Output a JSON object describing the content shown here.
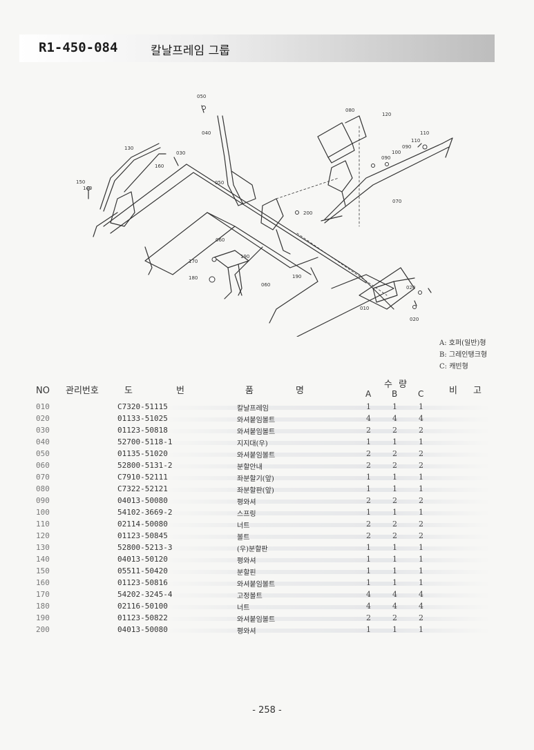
{
  "header": {
    "code": "R1-450-084",
    "name": "칼날프레임 그룹"
  },
  "diagram": {
    "labels": [
      "050",
      "080",
      "120",
      "040",
      "110",
      "110",
      "090",
      "130",
      "030",
      "100",
      "160",
      "090",
      "150",
      "140",
      "050",
      "070",
      "200",
      "060",
      "190",
      "170",
      "180",
      "190",
      "060",
      "020",
      "010",
      "020"
    ]
  },
  "legend": [
    "A: 호퍼(일반)형",
    "B: 그레인탱크형",
    "C: 캐빈형"
  ],
  "table": {
    "headers": {
      "no": "NO",
      "mgmt": "관리번호",
      "do": "도",
      "beon": "번",
      "pum": "품",
      "myeong": "명",
      "su": "수",
      "ryang": "량",
      "a": "A",
      "b": "B",
      "c": "C",
      "bi": "비",
      "go": "고"
    },
    "rows": [
      {
        "no": "010",
        "part": "C7320-51115",
        "name": "칼날프레임",
        "a": "1",
        "b": "1",
        "c": "1"
      },
      {
        "no": "020",
        "part": "01133-51025",
        "name": "와셔붙임볼트",
        "a": "4",
        "b": "4",
        "c": "4"
      },
      {
        "no": "030",
        "part": "01123-50818",
        "name": "와셔붙임볼트",
        "a": "2",
        "b": "2",
        "c": "2"
      },
      {
        "no": "040",
        "part": "52700-5118-1",
        "name": "지지대(우)",
        "a": "1",
        "b": "1",
        "c": "1"
      },
      {
        "no": "050",
        "part": "01135-51020",
        "name": "와셔붙임볼트",
        "a": "2",
        "b": "2",
        "c": "2"
      },
      {
        "no": "060",
        "part": "52800-5131-2",
        "name": "분할안내",
        "a": "2",
        "b": "2",
        "c": "2"
      },
      {
        "no": "070",
        "part": "C7910-52111",
        "name": "좌분할기(앞)",
        "a": "1",
        "b": "1",
        "c": "1"
      },
      {
        "no": "080",
        "part": "C7322-52121",
        "name": "좌분할판(앞)",
        "a": "1",
        "b": "1",
        "c": "1"
      },
      {
        "no": "090",
        "part": "04013-50080",
        "name": "평와셔",
        "a": "2",
        "b": "2",
        "c": "2"
      },
      {
        "no": "100",
        "part": "54102-3669-2",
        "name": "스프링",
        "a": "1",
        "b": "1",
        "c": "1"
      },
      {
        "no": "110",
        "part": "02114-50080",
        "name": "너트",
        "a": "2",
        "b": "2",
        "c": "2"
      },
      {
        "no": "120",
        "part": "01123-50845",
        "name": "볼트",
        "a": "2",
        "b": "2",
        "c": "2"
      },
      {
        "no": "130",
        "part": "52800-5213-3",
        "name": "(우)분할판",
        "a": "1",
        "b": "1",
        "c": "1"
      },
      {
        "no": "140",
        "part": "04013-50120",
        "name": "평와셔",
        "a": "1",
        "b": "1",
        "c": "1"
      },
      {
        "no": "150",
        "part": "05511-50420",
        "name": "분할핀",
        "a": "1",
        "b": "1",
        "c": "1"
      },
      {
        "no": "160",
        "part": "01123-50816",
        "name": "와셔붙임볼트",
        "a": "1",
        "b": "1",
        "c": "1"
      },
      {
        "no": "170",
        "part": "54202-3245-4",
        "name": "고정볼트",
        "a": "4",
        "b": "4",
        "c": "4"
      },
      {
        "no": "180",
        "part": "02116-50100",
        "name": "너트",
        "a": "4",
        "b": "4",
        "c": "4"
      },
      {
        "no": "190",
        "part": "01123-50822",
        "name": "와셔붙임볼트",
        "a": "2",
        "b": "2",
        "c": "2"
      },
      {
        "no": "200",
        "part": "04013-50080",
        "name": "평와셔",
        "a": "1",
        "b": "1",
        "c": "1"
      }
    ]
  },
  "page": {
    "number": "- 258 -"
  }
}
